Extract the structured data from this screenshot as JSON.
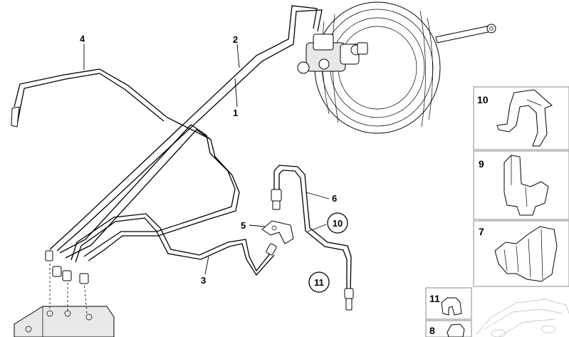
{
  "callouts": [
    {
      "label": "1"
    },
    {
      "label": "2"
    },
    {
      "label": "3"
    },
    {
      "label": "4"
    },
    {
      "label": "5"
    },
    {
      "label": "6"
    },
    {
      "label": "10"
    },
    {
      "label": "11"
    }
  ],
  "panels": [
    {
      "label": "10"
    },
    {
      "label": "9"
    },
    {
      "label": "7"
    },
    {
      "label": "11"
    },
    {
      "label": "8"
    }
  ]
}
